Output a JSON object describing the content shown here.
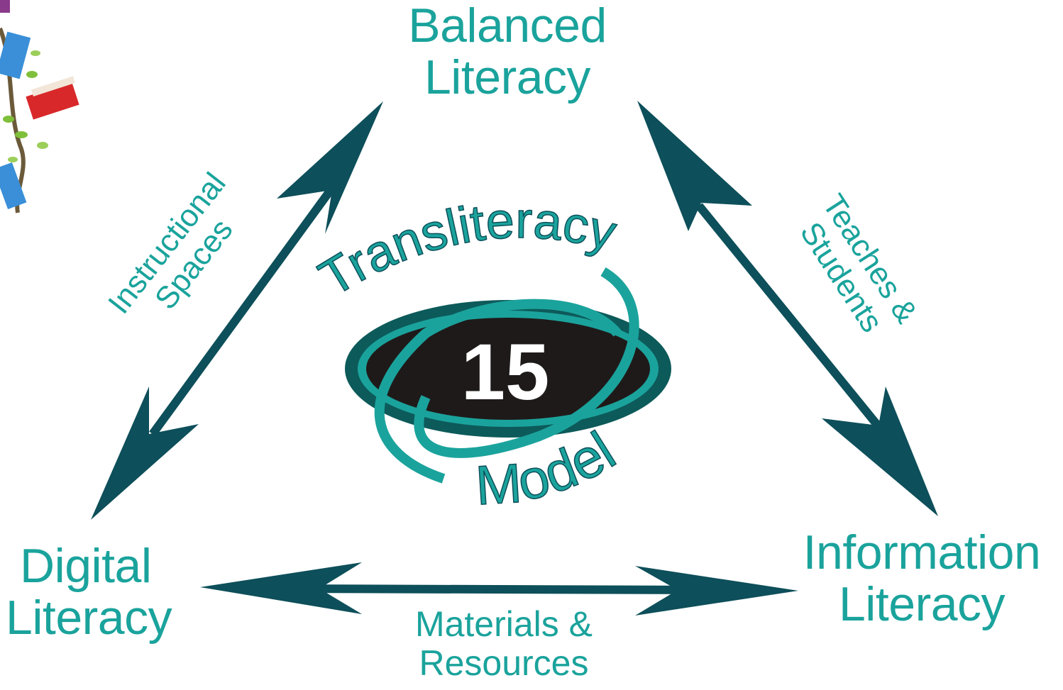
{
  "nodes": {
    "balanced_literacy": [
      "Balanced",
      "Literacy"
    ],
    "digital_literacy": [
      "Digital",
      "Literacy"
    ],
    "information_literacy": [
      "Information",
      "Literacy"
    ]
  },
  "edges": {
    "left": [
      "Instructional",
      "Spaces"
    ],
    "right": [
      "Teaches &",
      "Students"
    ],
    "bottom": [
      "Materials &",
      "Resources"
    ]
  },
  "center_logo": {
    "top_text": "Transliteracy",
    "number": "15",
    "bottom_text": "Model"
  },
  "colors": {
    "text_teal": "#1aa39c",
    "arrow_dark_teal": "#0d4f5a",
    "ring_teal": "#1aa39c",
    "logo_dark": "#1f1a1a"
  },
  "corner_decoration": "books-and-vines-illustration"
}
